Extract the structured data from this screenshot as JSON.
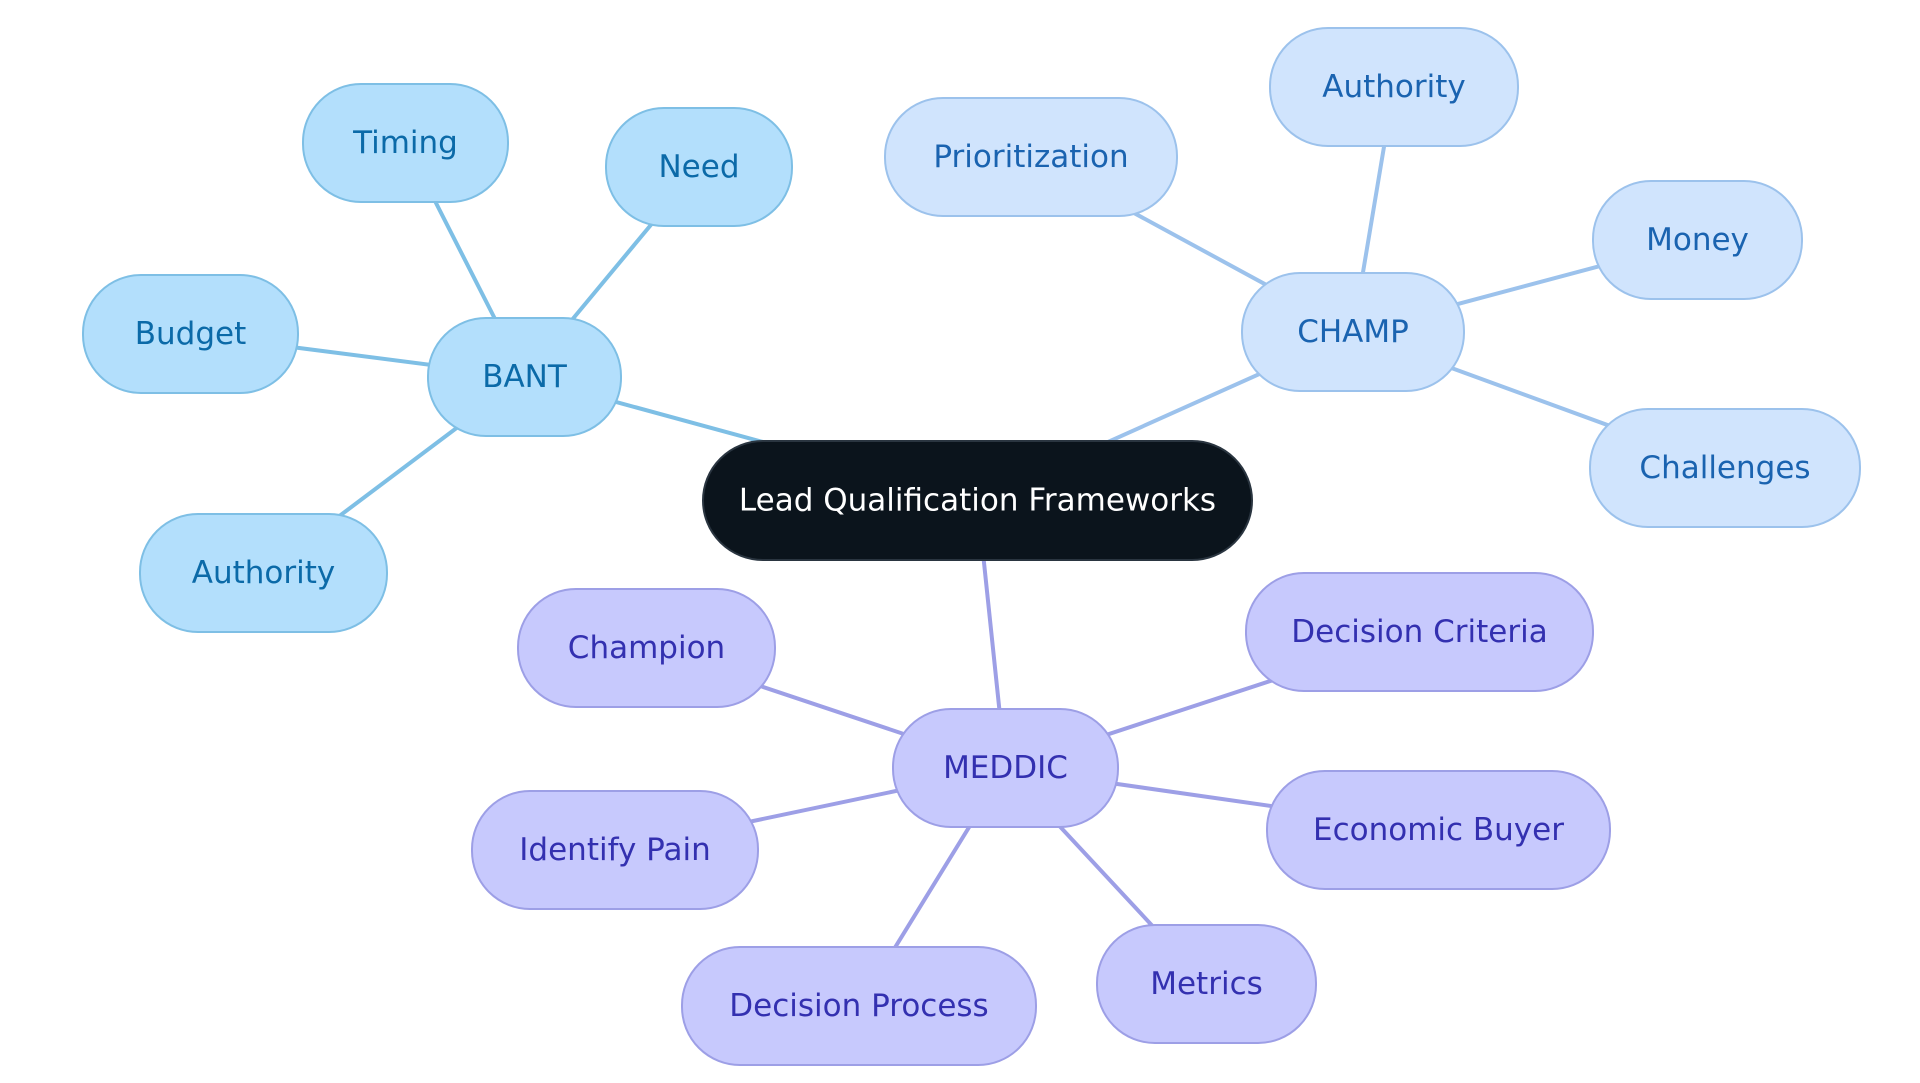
{
  "diagram": {
    "root": {
      "id": "root",
      "label": "Lead Qualification Frameworks"
    },
    "groups": [
      {
        "id": "bant",
        "label": "BANT",
        "colors": {
          "fill": "#b3dffc",
          "stroke": "#7ebfe5",
          "text": "#0b6aa8",
          "edge": "#7ebfe5"
        },
        "children": [
          {
            "id": "bant-timing",
            "label": "Timing"
          },
          {
            "id": "bant-need",
            "label": "Need"
          },
          {
            "id": "bant-budget",
            "label": "Budget"
          },
          {
            "id": "bant-authority",
            "label": "Authority"
          }
        ]
      },
      {
        "id": "champ",
        "label": "CHAMP",
        "colors": {
          "fill": "#d0e4fd",
          "stroke": "#9cc2ec",
          "text": "#1a63b0",
          "edge": "#9cc2ec"
        },
        "children": [
          {
            "id": "champ-prioritization",
            "label": "Prioritization"
          },
          {
            "id": "champ-authority",
            "label": "Authority"
          },
          {
            "id": "champ-money",
            "label": "Money"
          },
          {
            "id": "champ-challenges",
            "label": "Challenges"
          }
        ]
      },
      {
        "id": "meddic",
        "label": "MEDDIC",
        "colors": {
          "fill": "#c7c9fd",
          "stroke": "#9d9fe6",
          "text": "#3330b0",
          "edge": "#9d9fe6"
        },
        "children": [
          {
            "id": "meddic-champion",
            "label": "Champion"
          },
          {
            "id": "meddic-decision-criteria",
            "label": "Decision Criteria"
          },
          {
            "id": "meddic-identify-pain",
            "label": "Identify Pain"
          },
          {
            "id": "meddic-economic-buyer",
            "label": "Economic Buyer"
          },
          {
            "id": "meddic-decision-process",
            "label": "Decision Process"
          },
          {
            "id": "meddic-metrics",
            "label": "Metrics"
          }
        ]
      }
    ],
    "root_colors": {
      "fill": "#0b141c",
      "stroke": "#2a3540",
      "text": "#ffffff"
    }
  }
}
